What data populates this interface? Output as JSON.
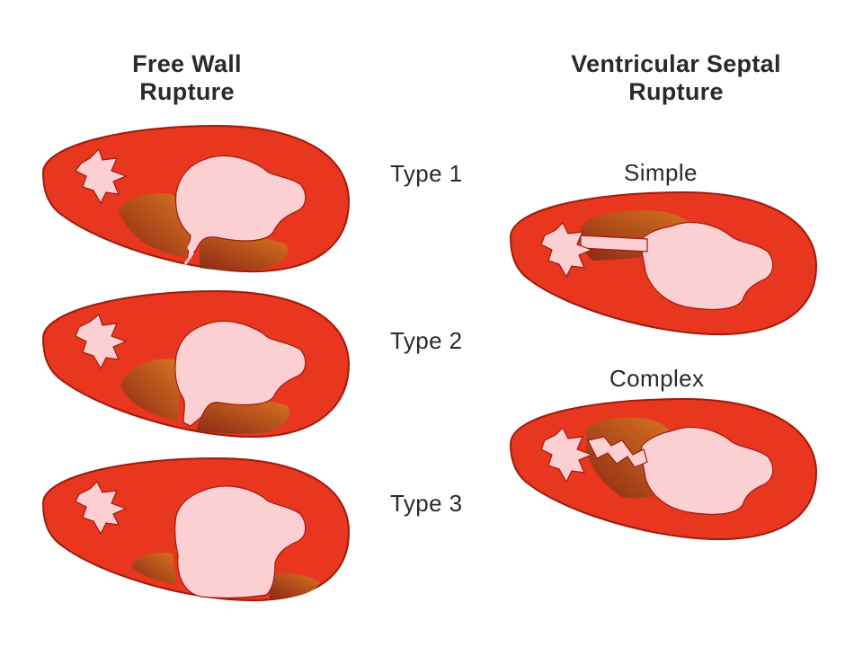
{
  "headings": {
    "free_wall": [
      "Free Wall",
      "Rupture"
    ],
    "septal": [
      "Ventricular Septal",
      "Rupture"
    ]
  },
  "labels": {
    "type1": "Type 1",
    "type2": "Type 2",
    "type3": "Type 3",
    "simple": "Simple",
    "complex": "Complex"
  },
  "colors": {
    "myocardium": "#e8361f",
    "cavity": "#fcd0d3",
    "infarct_dark": "#8a2a16",
    "infarct_light": "#d9741f",
    "outline": "#9e1b0e"
  }
}
